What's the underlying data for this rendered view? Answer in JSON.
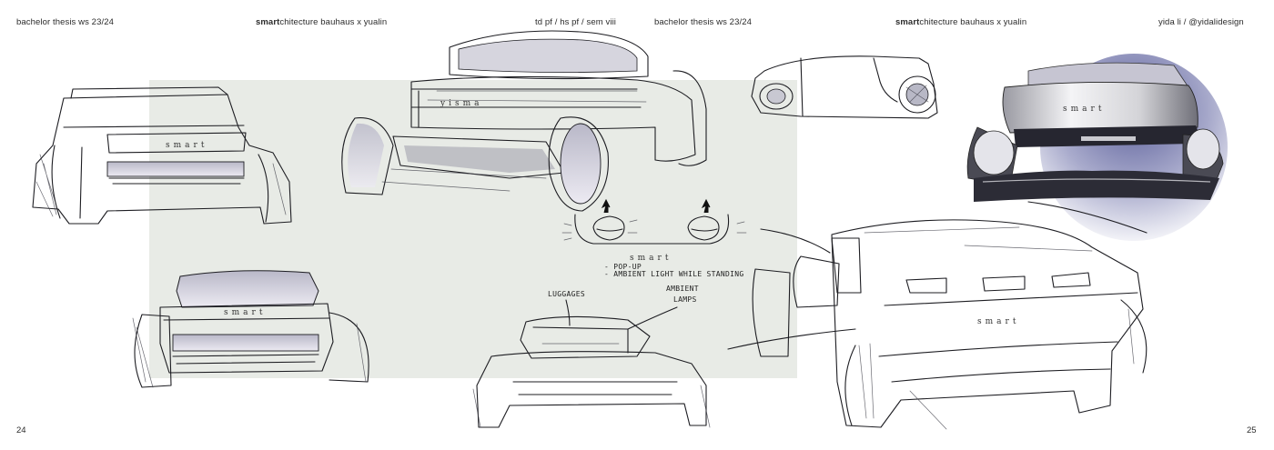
{
  "left_page": {
    "header_left": "bachelor thesis ws 23/24",
    "header_mid_bold": "smart",
    "header_mid_rest": "chitecture bauhaus x yualin",
    "header_right": "td pf  /  hs pf  /  sem viii",
    "page_number": "24"
  },
  "right_page": {
    "header_left": "bachelor thesis ws 23/24",
    "header_mid_bold": "smart",
    "header_mid_rest": "chitecture bauhaus x yualin",
    "header_right": "yida li  /  @yidalidesign",
    "page_number": "25"
  },
  "annotations": {
    "pop_up": "- POP-UP",
    "ambient_light": "- AMBIENT LIGHT WHILE STANDING",
    "luggages": "LUGGAGES",
    "ambient_lamps_1": "AMBIENT",
    "ambient_lamps_2": "LAMPS"
  },
  "sketch_brand_text": "smart",
  "sketch_brand_text_alt": "yisma",
  "colors": {
    "background": "#ffffff",
    "panel": "#e8ebe6",
    "accent_circle": "#3a3f80",
    "ink": "#1d1d22"
  }
}
